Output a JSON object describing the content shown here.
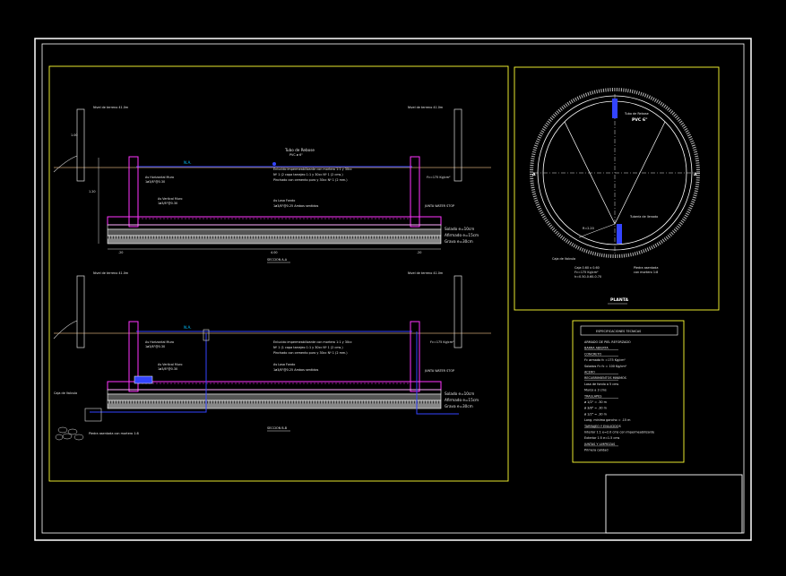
{
  "colors": {
    "background": "#000000",
    "frame": "#ffffff",
    "viewport_border": "#ffff33",
    "water_line": "#3344ff",
    "concrete": "#ff33ff",
    "ground": "#c8a070",
    "annotation": "#ffffff",
    "accent": "#00c0ff"
  },
  "section_upper": {
    "left_level_label": "Nivel de terreno 41.0m",
    "right_level_label": "Nivel de terreno 41.0m",
    "pipe_label": "Tubo de Rebose",
    "pipe_spec": "PVC ø 6\"",
    "water_marker": "N.A.",
    "plaster_note_line1": "Enlucido impermeabilizante con mortero 1:1 y 30cc",
    "plaster_note_line2": "Nº 1 (2 capa tarrajeo 1:1 y 30cc Nº 1 (2 cms.)",
    "plaster_note_line3": "Pinchado con cemento puro y 30cc Nº 1 (2 mm.)",
    "concrete_spec": "f'c=175 Kg/cm²",
    "horizontal_steel": "As Horizontal Muro",
    "horizontal_steel_spec": "1ø3/8\"@0.30",
    "vertical_steel": "As Vertical Muro",
    "vertical_steel_spec": "1ø3/8\"@0.30",
    "slab_steel": "As Losa Fondo",
    "slab_steel_spec": "1ø3/8\"@0.25 Ambos sentidos",
    "waterstop": "JUNTA WATER STOP",
    "layer_1": "Solado e=10cm",
    "layer_2": "Afirmado e=15cm",
    "layer_3": "Grava e=30cm",
    "dim_left": ".20",
    "dim_center": "4.00",
    "dim_right": ".20",
    "dim_height_a": "1.20",
    "dim_height_b": "1.00",
    "title": "SECCION A-A"
  },
  "section_lower": {
    "left_level_label": "Nivel de terreno 41.0m",
    "right_level_label": "Nivel de terreno 41.0m",
    "water_marker": "N.A.",
    "plaster_note_line1": "Enlucido impermeabilizante con mortero 1:1 y 30cc",
    "plaster_note_line2": "Nº 1 (1 capa tarrajeo 1:1 y 30cc Nº 1 (2 cms.)",
    "plaster_note_line3": "Pinchado con cemento puro y 30cc Nº 1 (2 mm.)",
    "concrete_spec": "f'c=175 Kg/cm²",
    "horizontal_steel": "As Horizontal Muro",
    "horizontal_steel_spec": "1ø3/8\"@0.30",
    "vertical_steel": "As Vertical Muro",
    "vertical_steel_spec": "1ø3/8\"@0.30",
    "slab_steel": "As Losa Fondo",
    "slab_steel_spec": "1ø3/8\"@0.25 Ambos sentidos",
    "waterstop": "JUNTA WATER STOP",
    "layer_1": "Solado e=10cm",
    "layer_2": "Afirmado e=15cm",
    "layer_3": "Grava e=30cm",
    "drain_label": "Piedra asentada con mortero 1:8",
    "valve_label": "Caja de Valvula",
    "title": "SECCION B-B"
  },
  "plan": {
    "pipe_label": "Tubo de Rebose",
    "pipe_spec": "PVC 6\"",
    "inlet_label": "Tubería de llenado",
    "outlet_label": "Caja de Valvula",
    "ring_note_line1": "Caja 0.60 x 0.60",
    "ring_note_line2": "f'c=175 Kg/cm²",
    "ring_note_line3": "h=0.50-0.60-0.70",
    "stone_label": "Piedra asentada",
    "stone_label_2": "con mortero 1:8",
    "radius_label": "R=2.20",
    "section_a": "A",
    "section_b": "B",
    "title": "PLANTA"
  },
  "specs": {
    "heading": "ESPECIFICACIONES TECNICAS",
    "lines": [
      "ARMADO DE PIEL REFORZADO",
      "BARRA ABIERTA",
      "CONCRETO",
      "f'c armado fc =175 Kg/cm²",
      "Solados f'c fc = 100 Kg/cm²",
      "ACERO",
      "RECUBRIMIENTOS MINIMOS",
      "Losa de fondo a 5 cms",
      "Muros        a 3 cms",
      "TRASLAPES",
      "ø 1/2\" = .30 m",
      "ø 3/8\" = .30 m",
      "ø 1/2\" = .30 m",
      "Long. minima gancho = .15 m",
      "TARRAJEO Y ENLUCIDOS",
      "Interior 1:1 e=2.0 cms con impermeabilizante",
      "Exterior 1:5 e=1.5 cms",
      "JUNTAS Y LIMPIEZAS",
      "Primera calidad"
    ]
  },
  "title_block": {
    "text": ""
  }
}
